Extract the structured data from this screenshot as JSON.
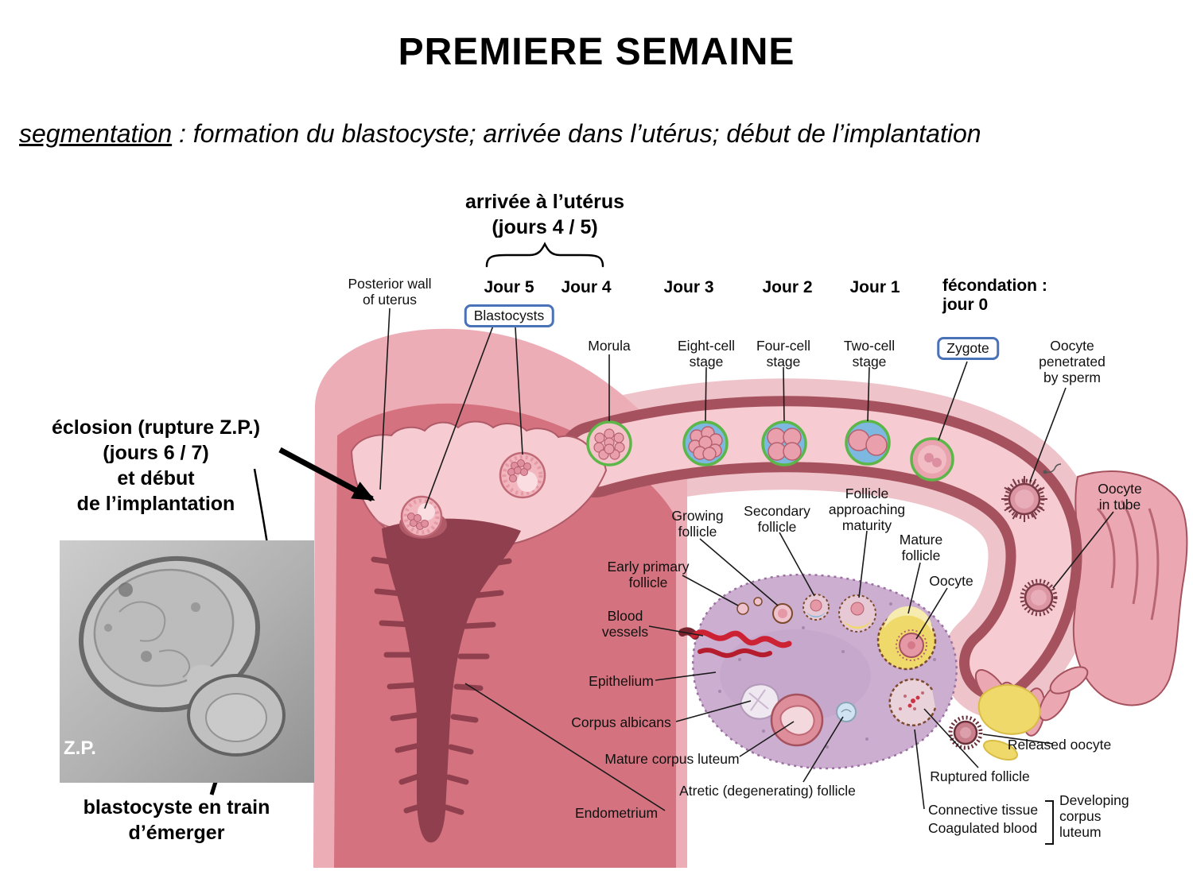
{
  "slide": {
    "title": "PREMIERE SEMAINE",
    "subtitle": {
      "term": "segmentation",
      "rest": " : formation du blastocyste; arrivée dans l’utérus; début de l’implantation"
    }
  },
  "callouts": {
    "arrival": "arrivée à l’utérus\n(jours 4 / 5)",
    "eclosion": "éclosion (rupture Z.P.)\n(jours 6 / 7)\net début\nde l’implantation",
    "zp": "Z.P.",
    "hatching": "blastocyste en train\nd’émerger",
    "jour5": "Jour 5",
    "jour4": "Jour 4",
    "jour3": "Jour 3",
    "jour2": "Jour 2",
    "jour1": "Jour 1",
    "jour0": "fécondation :\njour 0",
    "blastocysts_box": "Blastocysts",
    "zygote_box": "Zygote"
  },
  "figure_labels": {
    "posterior_wall": "Posterior wall\nof uterus",
    "morula": "Morula",
    "eight_cell": "Eight-cell\nstage",
    "four_cell": "Four-cell\nstage",
    "two_cell": "Two-cell\nstage",
    "oocyte_penetrated": "Oocyte\npenetrated\nby sperm",
    "oocyte_in_tube": "Oocyte\nin tube",
    "growing_follicle": "Growing\nfollicle",
    "secondary_follicle": "Secondary\nfollicle",
    "follicle_approaching": "Follicle\napproaching\nmaturity",
    "mature_follicle": "Mature\nfollicle",
    "early_primary": "Early primary\nfollicle",
    "oocyte": "Oocyte",
    "blood_vessels": "Blood\nvessels",
    "epithelium": "Epithelium",
    "corpus_albicans": "Corpus albicans",
    "mature_corpus_luteum": "Mature corpus luteum",
    "atretic": "Atretic (degenerating) follicle",
    "released_oocyte": "Released oocyte",
    "ruptured_follicle": "Ruptured follicle",
    "connective_tissue": "Connective tissue",
    "coagulated_blood": "Coagulated blood",
    "developing_corpus_luteum": "Developing\ncorpus\nluteum",
    "endometrium": "Endometrium"
  },
  "colors": {
    "accent_box": "#4a72b8",
    "uterus_outer": "#edadb6",
    "uterus_wall": "#d4737f",
    "tube_wall": "#a5525e",
    "lumen": "#f6cbd1",
    "cavity_dark": "#8f3f4d",
    "ovary": "#cbaed0",
    "zona_green": "#5cb648",
    "yellow_tissue": "#f0d96b"
  }
}
